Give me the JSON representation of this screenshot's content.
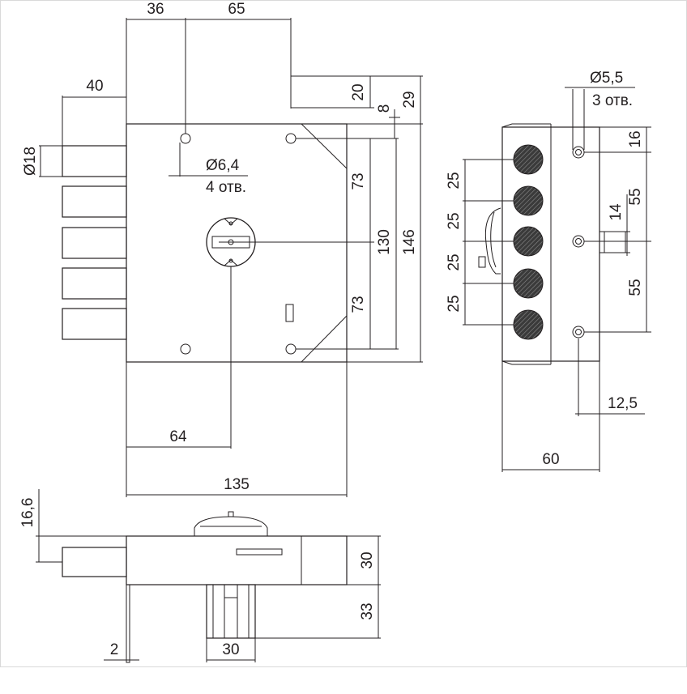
{
  "drawing": {
    "front_view": {
      "dim_36": "36",
      "dim_65": "65",
      "dim_40": "40",
      "dim_18": "Ø18",
      "dim_20": "20",
      "dim_29": "29",
      "dim_8": "8",
      "hole_dia": "Ø6,4",
      "hole_count": "4 отв.",
      "dim_73_top": "73",
      "dim_130": "130",
      "dim_146": "146",
      "dim_73_bottom": "73",
      "dim_64": "64",
      "dim_135": "135"
    },
    "side_view": {
      "hole_dia": "Ø5,5",
      "hole_count": "3 отв.",
      "dim_16": "16",
      "dim_55_top": "55",
      "dim_14": "14",
      "dim_55_bottom": "55",
      "pitch_1": "25",
      "pitch_2": "25",
      "pitch_3": "25",
      "pitch_4": "25",
      "dim_12_5": "12,5",
      "dim_60": "60"
    },
    "top_view": {
      "dim_16_6": "16,6",
      "dim_30_right": "30",
      "dim_33": "33",
      "dim_2": "2",
      "dim_30_bottom": "30"
    }
  }
}
